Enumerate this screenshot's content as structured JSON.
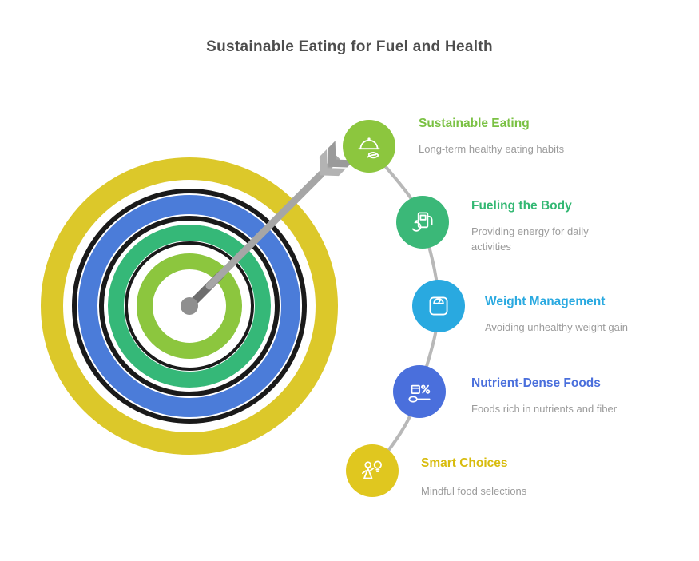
{
  "page": {
    "title": "Sustainable Eating for Fuel and Health",
    "title_color": "#4d4d4d",
    "background": "#ffffff"
  },
  "target": {
    "ring_colors": {
      "outer_yellow": "#dcc82a",
      "blue": "#4b7cd9",
      "teal_green": "#35b878",
      "inner_green": "#8cc63e",
      "black_outline": "#1a1a1a",
      "center_dot": "#8f8f8f"
    },
    "arrow_color": "#a6a6a6",
    "connector_color": "#b8b8b8"
  },
  "text": {
    "description_color": "#9b9b9b"
  },
  "items": [
    {
      "title": "Sustainable Eating",
      "description": "Long-term healthy eating habits",
      "color": "#8cc63e",
      "title_color": "#7ac143",
      "icon": "cloche-leaf-icon"
    },
    {
      "title": "Fueling the Body",
      "description": "Providing energy for daily activities",
      "color": "#3bb878",
      "title_color": "#33b873",
      "icon": "fuel-pump-icon"
    },
    {
      "title": "Weight Management",
      "description": "Avoiding unhealthy weight gain",
      "color": "#29a9e0",
      "title_color": "#29a9e0",
      "icon": "scale-icon"
    },
    {
      "title": "Nutrient-Dense Foods",
      "description": "Foods rich in nutrients and fiber",
      "color": "#4a6fdc",
      "title_color": "#4a6fdc",
      "icon": "nutrient-foods-icon"
    },
    {
      "title": "Smart Choices",
      "description": "Mindful food selections",
      "color": "#e0c71f",
      "title_color": "#d8bc0f",
      "icon": "person-idea-icon"
    }
  ]
}
